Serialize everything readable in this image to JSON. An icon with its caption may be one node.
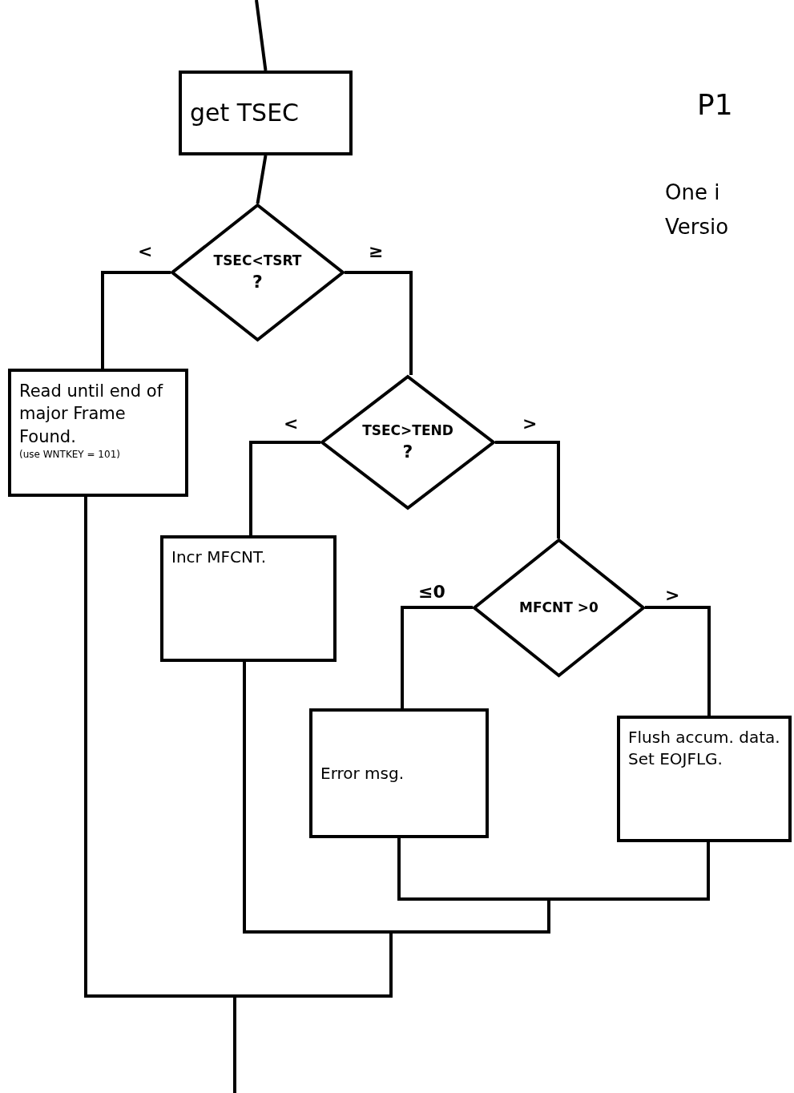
{
  "diagram": {
    "nodes": [
      {
        "text": [
          "get TSEC"
        ]
      },
      {
        "text": [
          "TSEC<TSRT",
          "?"
        ]
      },
      {
        "text": [
          "Read until end of major Frame Found.",
          "(use WNTKEY = 101)"
        ]
      },
      {
        "text": [
          "TSEC>TEND",
          "?"
        ]
      },
      {
        "text": [
          "Incr MFCNT."
        ]
      },
      {
        "text": [
          "MFCNT >0"
        ]
      },
      {
        "text": [
          "Error msg."
        ]
      },
      {
        "text": [
          "Flush accum. data. Set EOJFLG."
        ]
      }
    ],
    "edges": [
      {
        "from": null,
        "to": 0,
        "arrow": "none"
      },
      {
        "from": 0,
        "to": 1,
        "arrow": "none"
      },
      {
        "from": 1,
        "to": 2,
        "arrow": "none",
        "label": "<"
      },
      {
        "from": 1,
        "to": 3,
        "arrow": "none",
        "label": "≥"
      },
      {
        "from": 3,
        "to": 4,
        "arrow": "none",
        "label": "<"
      },
      {
        "from": 3,
        "to": 5,
        "arrow": "none",
        "label": ">"
      },
      {
        "from": 5,
        "to": 6,
        "arrow": "none",
        "label": "≤0"
      },
      {
        "from": 5,
        "to": 7,
        "arrow": "none",
        "label": ">"
      },
      {
        "from": 6,
        "to": null,
        "arrow": "none"
      },
      {
        "from": 7,
        "to": null,
        "arrow": "none"
      },
      {
        "from": 4,
        "to": null,
        "arrow": "none"
      },
      {
        "from": 2,
        "to": null,
        "arrow": "none"
      }
    ],
    "labels": [
      "P1",
      "One i",
      "Versio"
    ]
  }
}
